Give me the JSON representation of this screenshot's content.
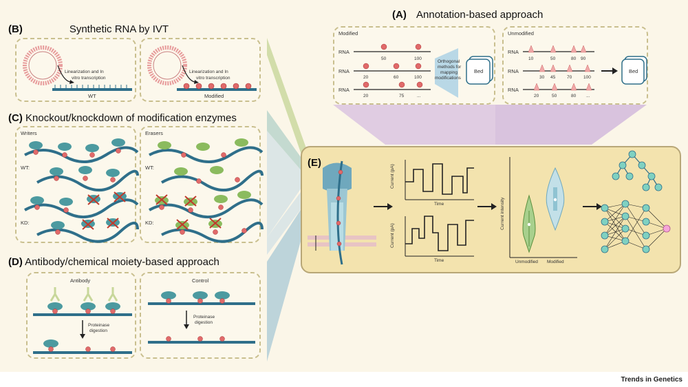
{
  "sections": {
    "A": {
      "letter": "(A)",
      "title": "Annotation-based approach",
      "modified_label": "Modified",
      "unmodified_label": "Unmodified",
      "rna_label": "RNA",
      "ortho_text": [
        "Orthogonal",
        "methods for",
        "mapping",
        "modifications"
      ],
      "bed_label": "Bed",
      "mod_rows": [
        [
          "50",
          "100"
        ],
        [
          "20",
          "60",
          "100"
        ],
        [
          "20",
          "75",
          "..."
        ]
      ],
      "unmod_rows": [
        [
          "10",
          "50",
          "80",
          "90"
        ],
        [
          "30",
          "45",
          "70",
          "100"
        ],
        [
          "20",
          "50",
          "80",
          "..."
        ]
      ]
    },
    "B": {
      "letter": "(B)",
      "title": "Synthetic RNA by IVT",
      "lin_text": [
        "Linearization and In",
        "vitro transcription"
      ],
      "wt": "WT",
      "modified": "Modified"
    },
    "C": {
      "letter": "(C)",
      "title": "Knockout/knockdown of modification enzymes",
      "writers": "Writers",
      "erasers": "Erasers",
      "wt": "WT:",
      "kd": "KD:"
    },
    "D": {
      "letter": "(D)",
      "title": "Antibody/chemical moiety-based approach",
      "antibody": "Antibody",
      "control": "Control",
      "prot_text": [
        "Proteinase",
        "digestion"
      ]
    },
    "E": {
      "letter": "(E)",
      "current_label": "Current (pA)",
      "time_label": "Time",
      "intensity_label": "Current intensity",
      "unmodified": "Unmodified",
      "modified": "Modified"
    }
  },
  "footer": "Trends in Genetics",
  "colors": {
    "background": "#fbf6e8",
    "panel_border": "#c9bf8e",
    "rna": "#2f6f8a",
    "mod": "#e06a6a",
    "writer": "#4c9aa0",
    "eraser": "#8bbb5e",
    "box_e": "#f3e3ae"
  }
}
